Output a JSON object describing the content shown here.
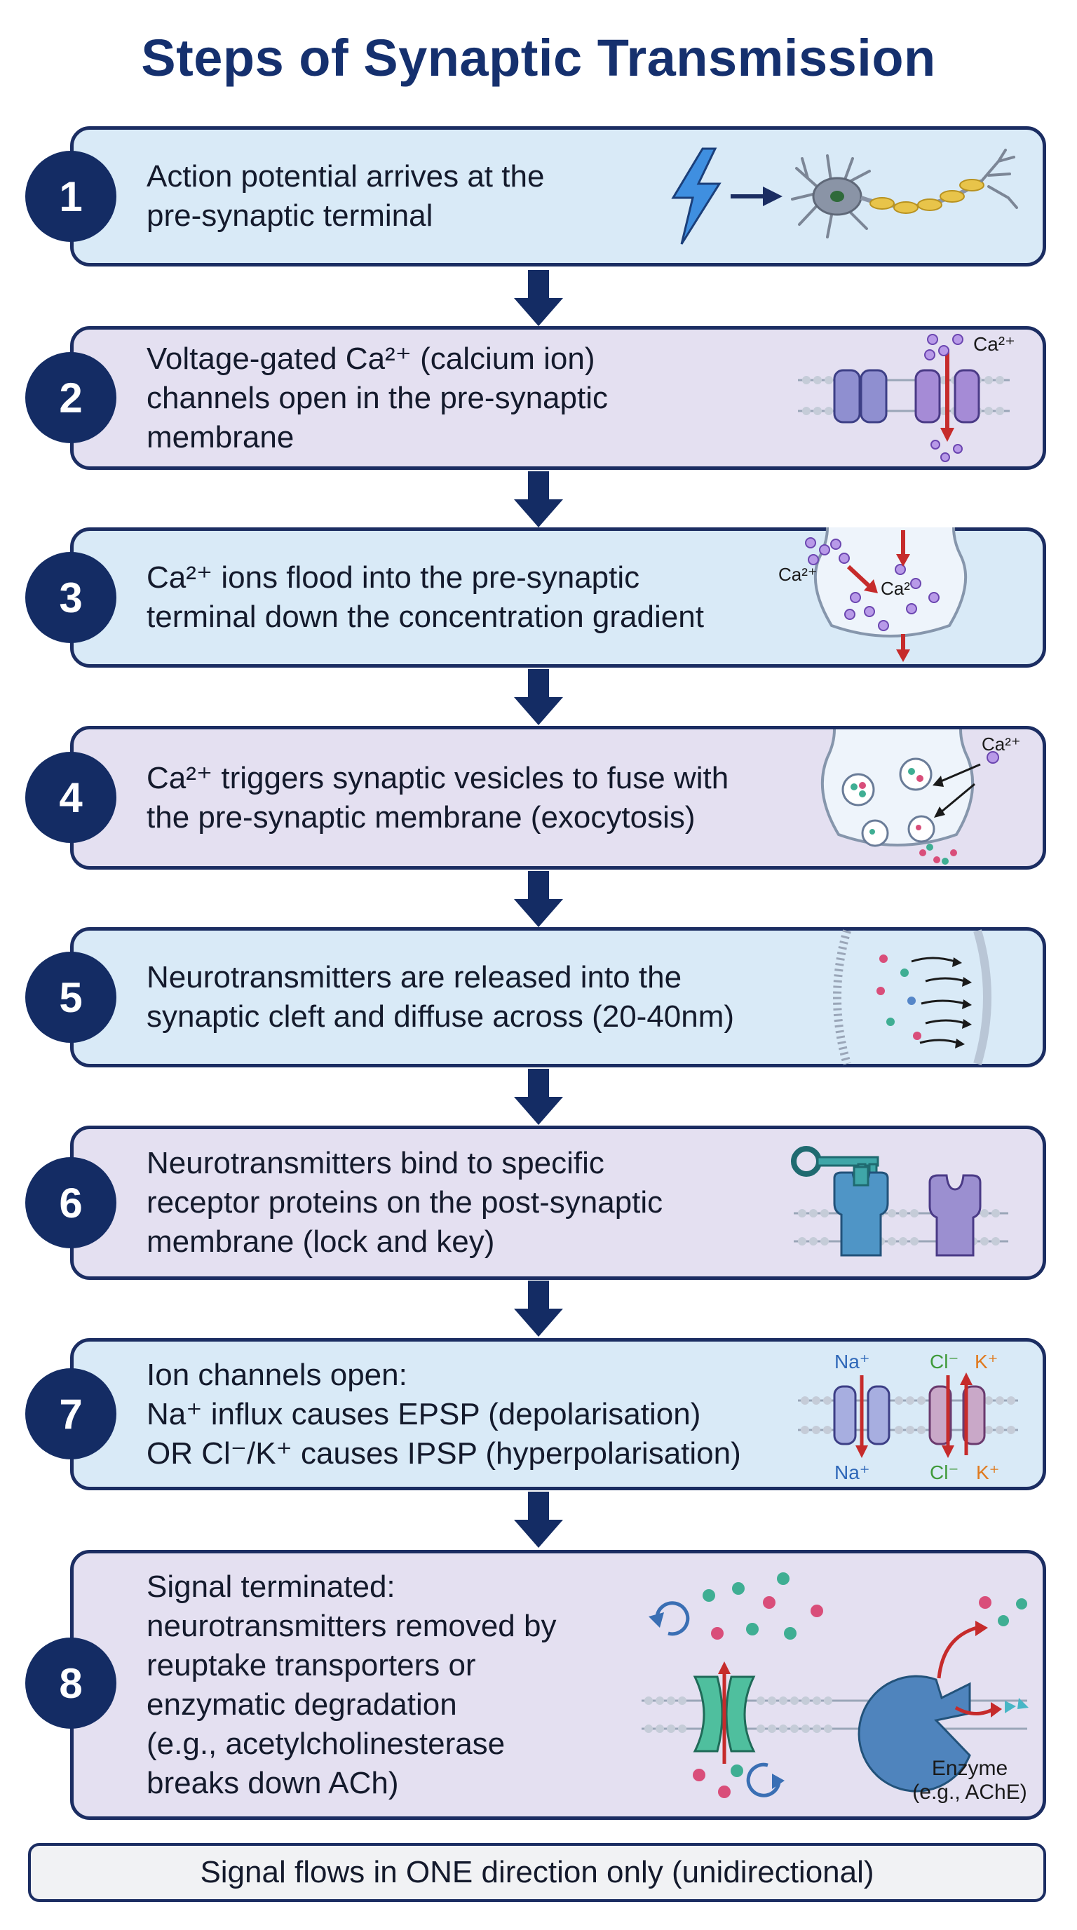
{
  "title": "Steps of Synaptic Transmission",
  "steps": [
    {
      "number": "1",
      "lines": [
        "Action potential arrives at the",
        "pre-synaptic terminal"
      ]
    },
    {
      "number": "2",
      "lines": [
        "Voltage-gated Ca²⁺ (calcium ion)",
        "channels open in the pre-synaptic",
        "membrane"
      ],
      "labels": {
        "ion": "Ca²⁺"
      }
    },
    {
      "number": "3",
      "lines": [
        "Ca²⁺ ions flood into the pre-synaptic",
        "terminal down the concentration gradient"
      ],
      "labels": {
        "outside": "Ca²⁺",
        "inside": "Ca²⁺"
      }
    },
    {
      "number": "4",
      "lines": [
        "Ca²⁺ triggers synaptic vesicles to fuse with",
        "the pre-synaptic membrane (exocytosis)"
      ],
      "labels": {
        "ion": "Ca²⁺"
      }
    },
    {
      "number": "5",
      "lines": [
        "Neurotransmitters are released into the",
        "synaptic cleft and diffuse across (20-40nm)"
      ]
    },
    {
      "number": "6",
      "lines": [
        "Neurotransmitters bind to specific",
        "receptor proteins on the post-synaptic",
        "membrane (lock and key)"
      ]
    },
    {
      "number": "7",
      "lines": [
        "Ion channels open:",
        "Na⁺ influx causes EPSP (depolarisation)",
        "OR Cl⁻/K⁺ causes IPSP (hyperpolarisation)"
      ],
      "labels": {
        "na_top": "Na⁺",
        "na_bottom": "Na⁺",
        "cl_top": "Cl⁻",
        "cl_bottom": "Cl⁻",
        "k_top": "K⁺",
        "k_bottom": "K⁺"
      }
    },
    {
      "number": "8",
      "lines": [
        "Signal terminated:",
        "neurotransmitters removed by",
        "reuptake transporters or",
        "enzymatic degradation",
        "(e.g., acetylcholinesterase",
        "breaks down ACh)"
      ],
      "labels": {
        "enzyme": "Enzyme",
        "enzyme_example": "(e.g., AChE)"
      }
    }
  ],
  "footer": "Signal flows in ONE direction only (unidirectional)",
  "colors": {
    "navy": "#142c64",
    "blue_box": "#d9eaf7",
    "violet_box": "#e4e0f1",
    "calcium": "#8e5bc9",
    "arrow_red": "#c62b2b",
    "na_blue": "#2e67b8",
    "cl_green": "#3f9a3a",
    "k_orange": "#e07a1e",
    "transporter_teal": "#3fae93",
    "enzyme_blue": "#4f84bd"
  }
}
